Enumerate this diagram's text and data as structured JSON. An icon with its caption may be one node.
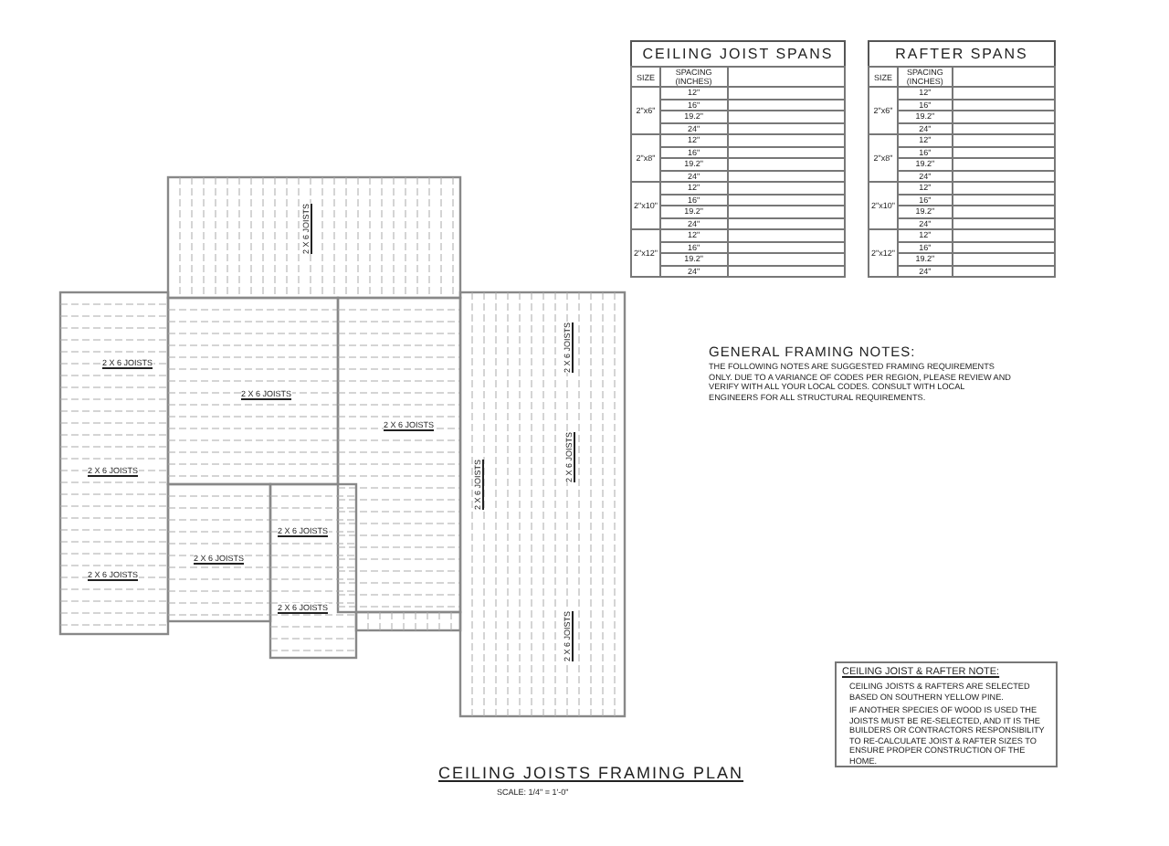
{
  "diagram": {
    "title": "CEILING JOISTS FRAMING PLAN",
    "labels": [
      "CEILING JOIST SPANS",
      "SIZE",
      "SPACING (INCHES)",
      "2\"x6\"",
      "12\"",
      "16\"",
      "19.2\"",
      "24\"",
      "2\"x8\"",
      "12\"",
      "16\"",
      "19.2\"",
      "24\"",
      "2\"x10\"",
      "12\"",
      "16\"",
      "19.2\"",
      "24\"",
      "2\"x12\"",
      "12\"",
      "16\"",
      "19.2\"",
      "24\"",
      "RAFTER SPANS",
      "SIZE",
      "SPACING (INCHES)",
      "2\"x6\"",
      "12\"",
      "16\"",
      "19.2\"",
      "24\"",
      "2\"x8\"",
      "12\"",
      "16\"",
      "19.2\"",
      "24\"",
      "2\"x10\"",
      "12\"",
      "16\"",
      "19.2\"",
      "24\"",
      "2\"x12\"",
      "12\"",
      "16\"",
      "19.2\"",
      "24\"",
      "GENERAL FRAMING NOTES:",
      "THE FOLLOWING NOTES ARE SUGGESTED FRAMING REQUIREMENTS ONLY. DUE TO A VARIANCE OF CODES PER REGION, PLEASE REVIEW AND VERIFY WITH ALL YOUR LOCAL CODES. CONSULT WITH LOCAL ENGINEERS FOR ALL STRUCTURAL REQUIREMENTS.",
      "CEILING JOIST & RAFTER NOTE:",
      "CEILING JOISTS & RAFTERS ARE SELECTED BASED ON SOUTHERN YELLOW PINE.",
      "IF ANOTHER SPECIES OF WOOD IS USED THE JOISTS MUST BE RE-SELECTED, AND IT IS THE BUILDERS OR CONTRACTORS RESPONSIBILITY TO RE-CALCULATE JOIST & RAFTER SIZES TO ENSURE PROPER CONSTRUCTION OF THE HOME.",
      "2 X 6 JOISTS",
      "2 X 6 JOISTS",
      "2 X 6 JOISTS",
      "2 X 6 JOISTS",
      "2 X 6 JOISTS",
      "2 X 6 JOISTS",
      "2 X 6 JOISTS",
      "2 X 6 JOISTS",
      "2 X 6 JOISTS",
      "2 X 6 JOISTS",
      "2 X 6 JOISTS",
      "2 X 6 JOISTS",
      "2 X 6 JOISTS",
      "SCALE: 1/4\" = 1'-0\""
    ]
  }
}
